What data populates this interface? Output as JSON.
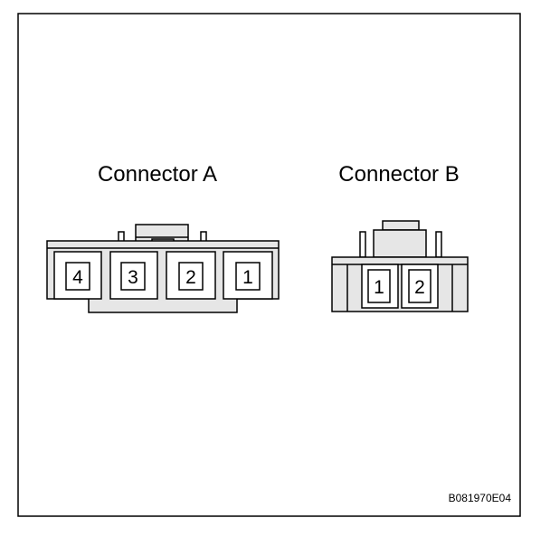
{
  "connectors": [
    {
      "title": "Connector A",
      "pins": [
        "4",
        "3",
        "2",
        "1"
      ]
    },
    {
      "title": "Connector B",
      "pins": [
        "1",
        "2"
      ]
    }
  ],
  "figure_code": "B081970E04"
}
